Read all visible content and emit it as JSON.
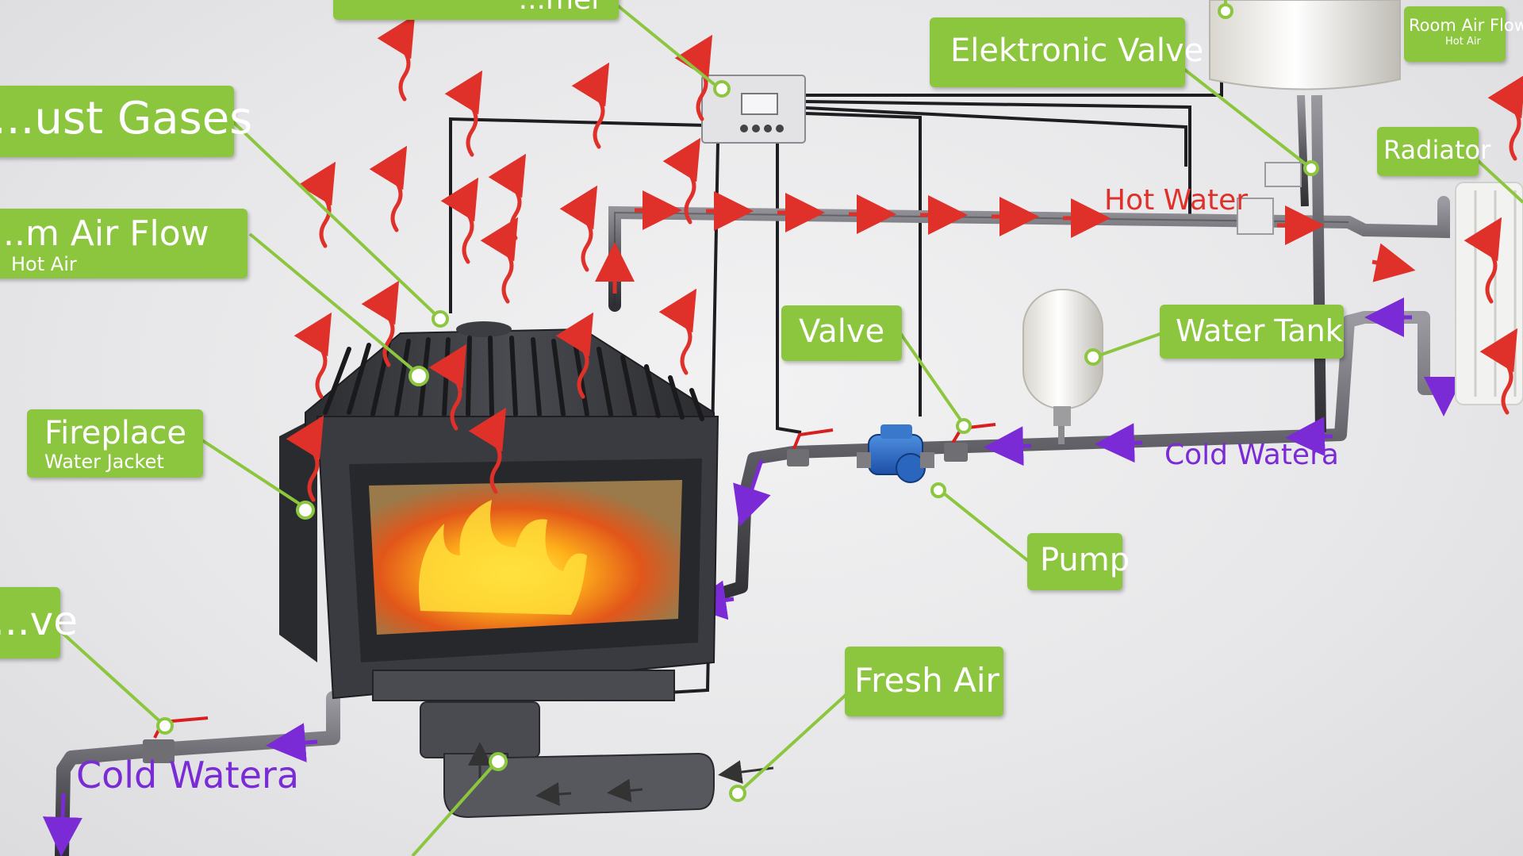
{
  "labels": {
    "top_cut": "...mer",
    "exhaust_gases": "...ust Gases",
    "room_air_flow_left": "...m Air Flow",
    "room_air_flow_left_sub": "Hot Air",
    "fireplace": "Fireplace",
    "fireplace_sub": "Water Jacket",
    "valve_left": "...ve",
    "valve": "Valve",
    "pump": "Pump",
    "fresh_air": "Fresh Air",
    "elektronic_valve": "Elektronic Valve",
    "water_tank": "Water Tank",
    "radiator": "Radiator",
    "room_air_flow_right": "Room Air Flow",
    "room_air_flow_right_sub": "Hot Air"
  },
  "flow_text": {
    "hot_water": "Hot Water",
    "cold_water_right": "Cold Watera",
    "cold_water_left": "Cold Watera"
  },
  "colors": {
    "label_bg": "#8cc63f",
    "leader_line": "#8cc63f",
    "hot_arrow": "#e0302a",
    "cold_arrow": "#7a2bd6",
    "pipe": "#6f6f73",
    "fireplace_body": "#3d3e42",
    "flame": "#f39a1c"
  },
  "icons": {
    "heat_wave": "red-wavy-arrow",
    "flow_arrow_hot": "red-flow-arrow",
    "flow_arrow_cold": "purple-flow-arrow"
  }
}
